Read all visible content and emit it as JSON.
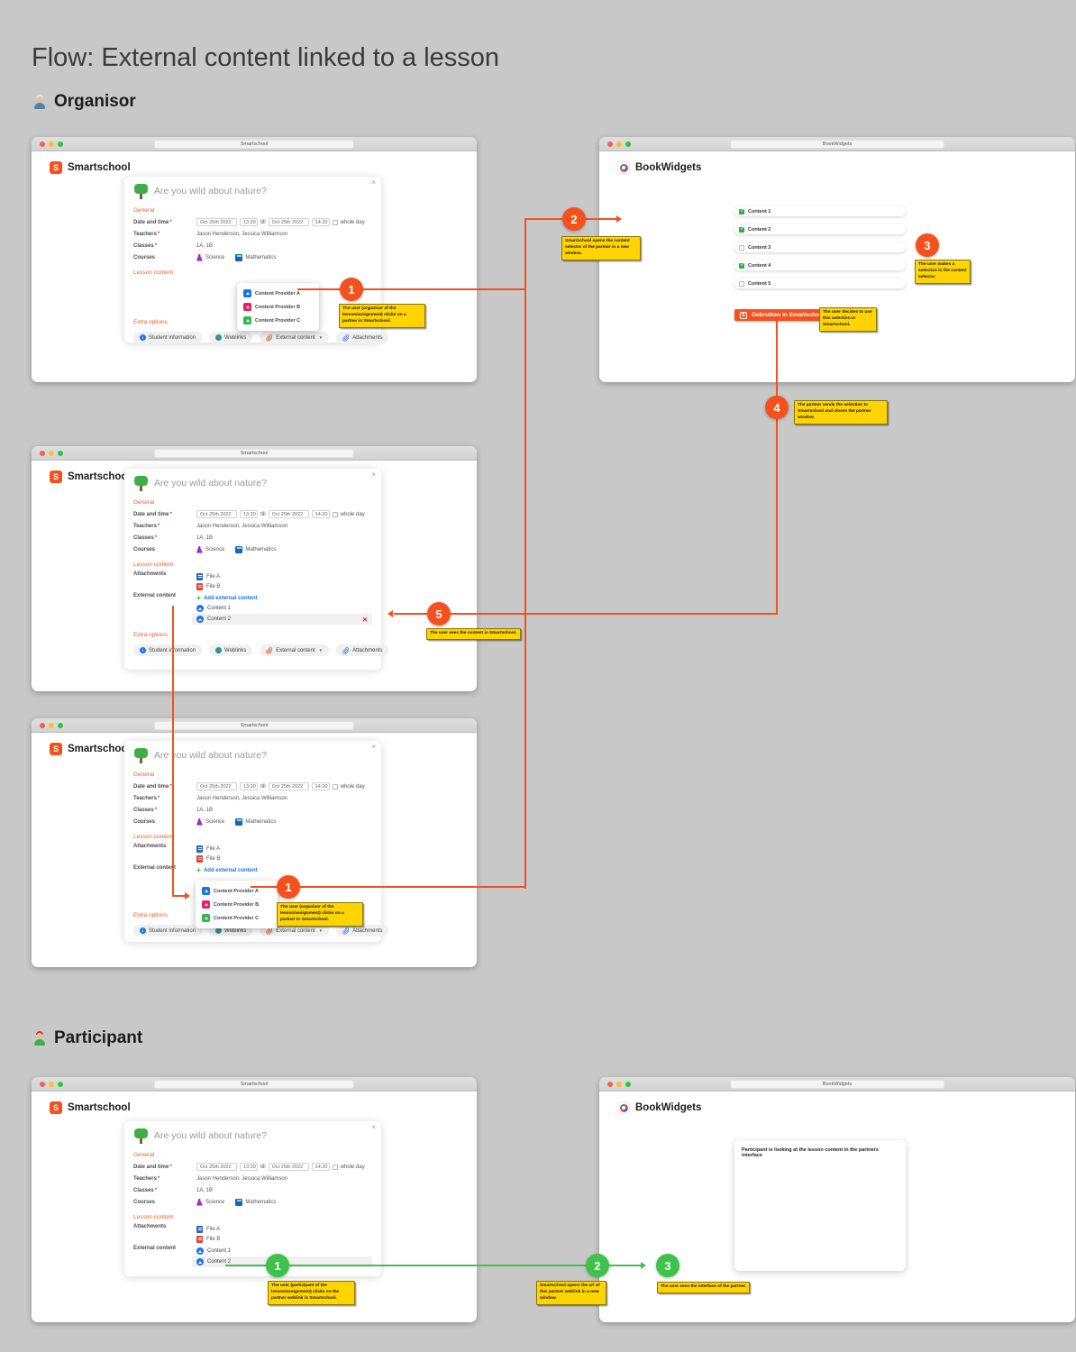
{
  "page": {
    "title": "Flow: External content linked to a lesson"
  },
  "sections": {
    "organisor": "Organisor",
    "participant": "Participant"
  },
  "windows": {
    "smartschool_title": "Smartschool",
    "bookwidgets_title": "BookWidgets"
  },
  "brands": {
    "smartschool": "Smartschool",
    "bookwidgets": "BookWidgets",
    "smartschool_initial": "S"
  },
  "form": {
    "title": "Are you wild about nature?",
    "close": "×",
    "general": "General",
    "lesson_content": "Lesson content",
    "extra_options": "Extra options",
    "date_label": "Date and time",
    "req": "*",
    "date_start": "Oct 25th 2022",
    "time_start": "13:30",
    "till": "till",
    "date_end": "Oct 25th 2022",
    "time_end": "14:20",
    "whole_day": "whole day",
    "teachers_label": "Teachers",
    "teachers": "Jason Henderson, Jessica Williamson",
    "classes_label": "Classes",
    "classes": "1A, 1B",
    "courses_label": "Courses",
    "course_science": "Science",
    "course_math": "Mathematics",
    "attachments_label": "Attachments",
    "file_a": "File A",
    "file_b": "File B",
    "external_label": "External content",
    "add_external": "Add external content",
    "plus": "+",
    "content_1": "Content 1",
    "content_2": "Content 2",
    "remove": "✕",
    "extra_buttons": [
      {
        "label": "Student information"
      },
      {
        "label": "Weblinks"
      },
      {
        "label": "External content",
        "caret": "▼"
      },
      {
        "label": "Attachments"
      }
    ]
  },
  "provider_menu": [
    {
      "label": "Content Provider A"
    },
    {
      "label": "Content Provider B"
    },
    {
      "label": "Content Provider C"
    }
  ],
  "bookwidgets": {
    "items": [
      {
        "label": "Content 1",
        "checked": true
      },
      {
        "label": "Content 2",
        "checked": true
      },
      {
        "label": "Content 3",
        "checked": false
      },
      {
        "label": "Content 4",
        "checked": true
      },
      {
        "label": "Content 5",
        "checked": false
      }
    ],
    "use_button": "Gebruiken in Smartschool",
    "button_initial": "S",
    "viewer_text": "Participant is looking at the lesson content in the partners interface"
  },
  "flow": {
    "organisor": {
      "s1": {
        "n": "1",
        "tip": "The user (organisor of the lesson/assignment) clicks on a partner in Smartschool."
      },
      "s2": {
        "n": "2",
        "tip": "Smartschool opens the content selector of the partner in a new window."
      },
      "s3": {
        "n": "3",
        "tip": "The user makes a selection in the content selector."
      },
      "btn_tip": "The user decides to use this selection in Smartschool.",
      "s4": {
        "n": "4",
        "tip": "The partner sends the selection to Smartschool and closes the partner window."
      },
      "s5": {
        "n": "5",
        "tip": "The user sees the content in Smartschool."
      }
    },
    "participant": {
      "s1": {
        "n": "1",
        "tip": "The user (participant of the lesson/assignment) clicks on the partner weblink in Smartschool."
      },
      "s2": {
        "n": "2",
        "tip": "Smartschool opens the url of this partner weblink in a new window."
      },
      "s3": {
        "n": "3",
        "tip": "The user sees the interface of the partner."
      }
    }
  },
  "colors": {
    "orange": "#f4511e",
    "green": "#3fc24c",
    "tooltip_yellow": "#ffd400"
  }
}
